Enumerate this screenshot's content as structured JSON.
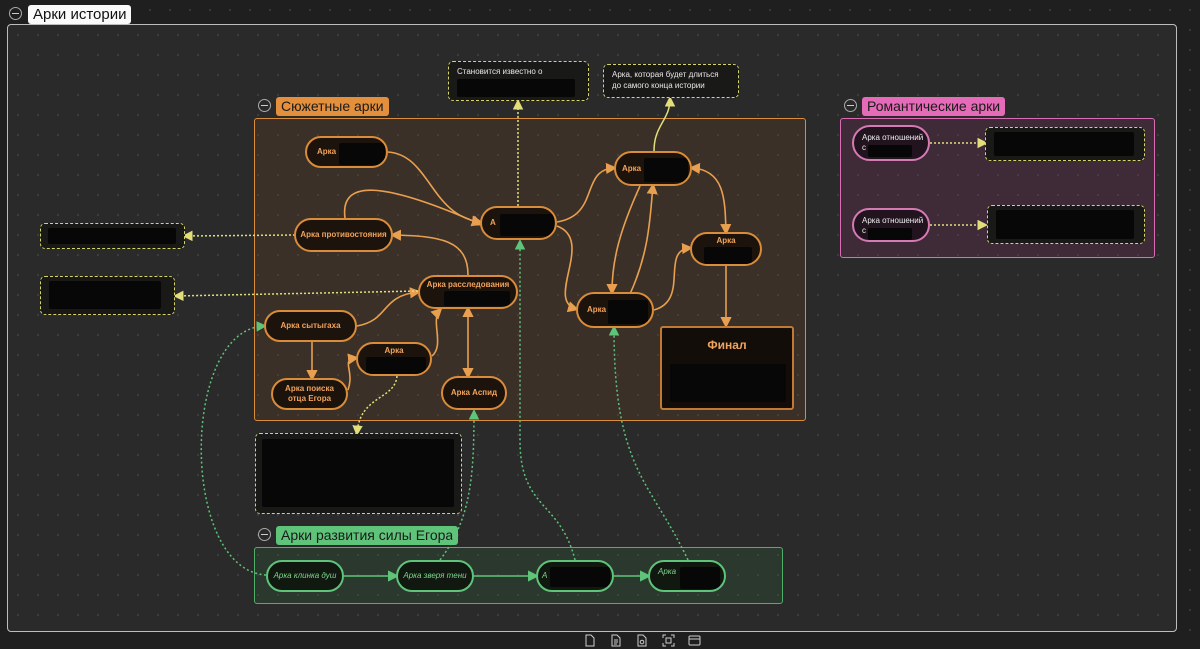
{
  "canvas": {
    "title": "Арки истории"
  },
  "groups": {
    "plot": {
      "title": "Сюжетные арки",
      "color": "#e38f3c"
    },
    "romance": {
      "title": "Романтические арки",
      "color": "#e56ab8"
    },
    "power": {
      "title": "Арки развития силы Егора",
      "color": "#5fc47a"
    }
  },
  "nodes": {
    "arc_top_left": "Арка",
    "arc_center": "А",
    "arc_right_top": "Арка",
    "arc_opposition": "Арка противостояния",
    "arc_investigation_line1": "Арка расследования",
    "arc_right_mid": "Арка",
    "arc_right_lower": "Арка",
    "arc_sytygakha": "Арка сытыгаха",
    "arc_mid_small": "Арка",
    "arc_father_search": "Арка поиска отца Егора",
    "arc_aspid": "Арка Аспид",
    "final": "Финал",
    "romance_1": "Арка отношений с",
    "romance_2": "Арка отношений с",
    "power_1": "Арка клинка душ",
    "power_2": "Арка зверя тени",
    "power_3": "А",
    "power_4": "Арка"
  },
  "notes": {
    "becomes_known": "Становится известно о",
    "lasting_arc_line1": "Арка, которая будет длиться",
    "lasting_arc_line2": "до самого конца истории"
  },
  "toolbar": [
    "page-icon",
    "document-icon",
    "search-doc-icon",
    "frame-select-icon",
    "card-icon"
  ]
}
